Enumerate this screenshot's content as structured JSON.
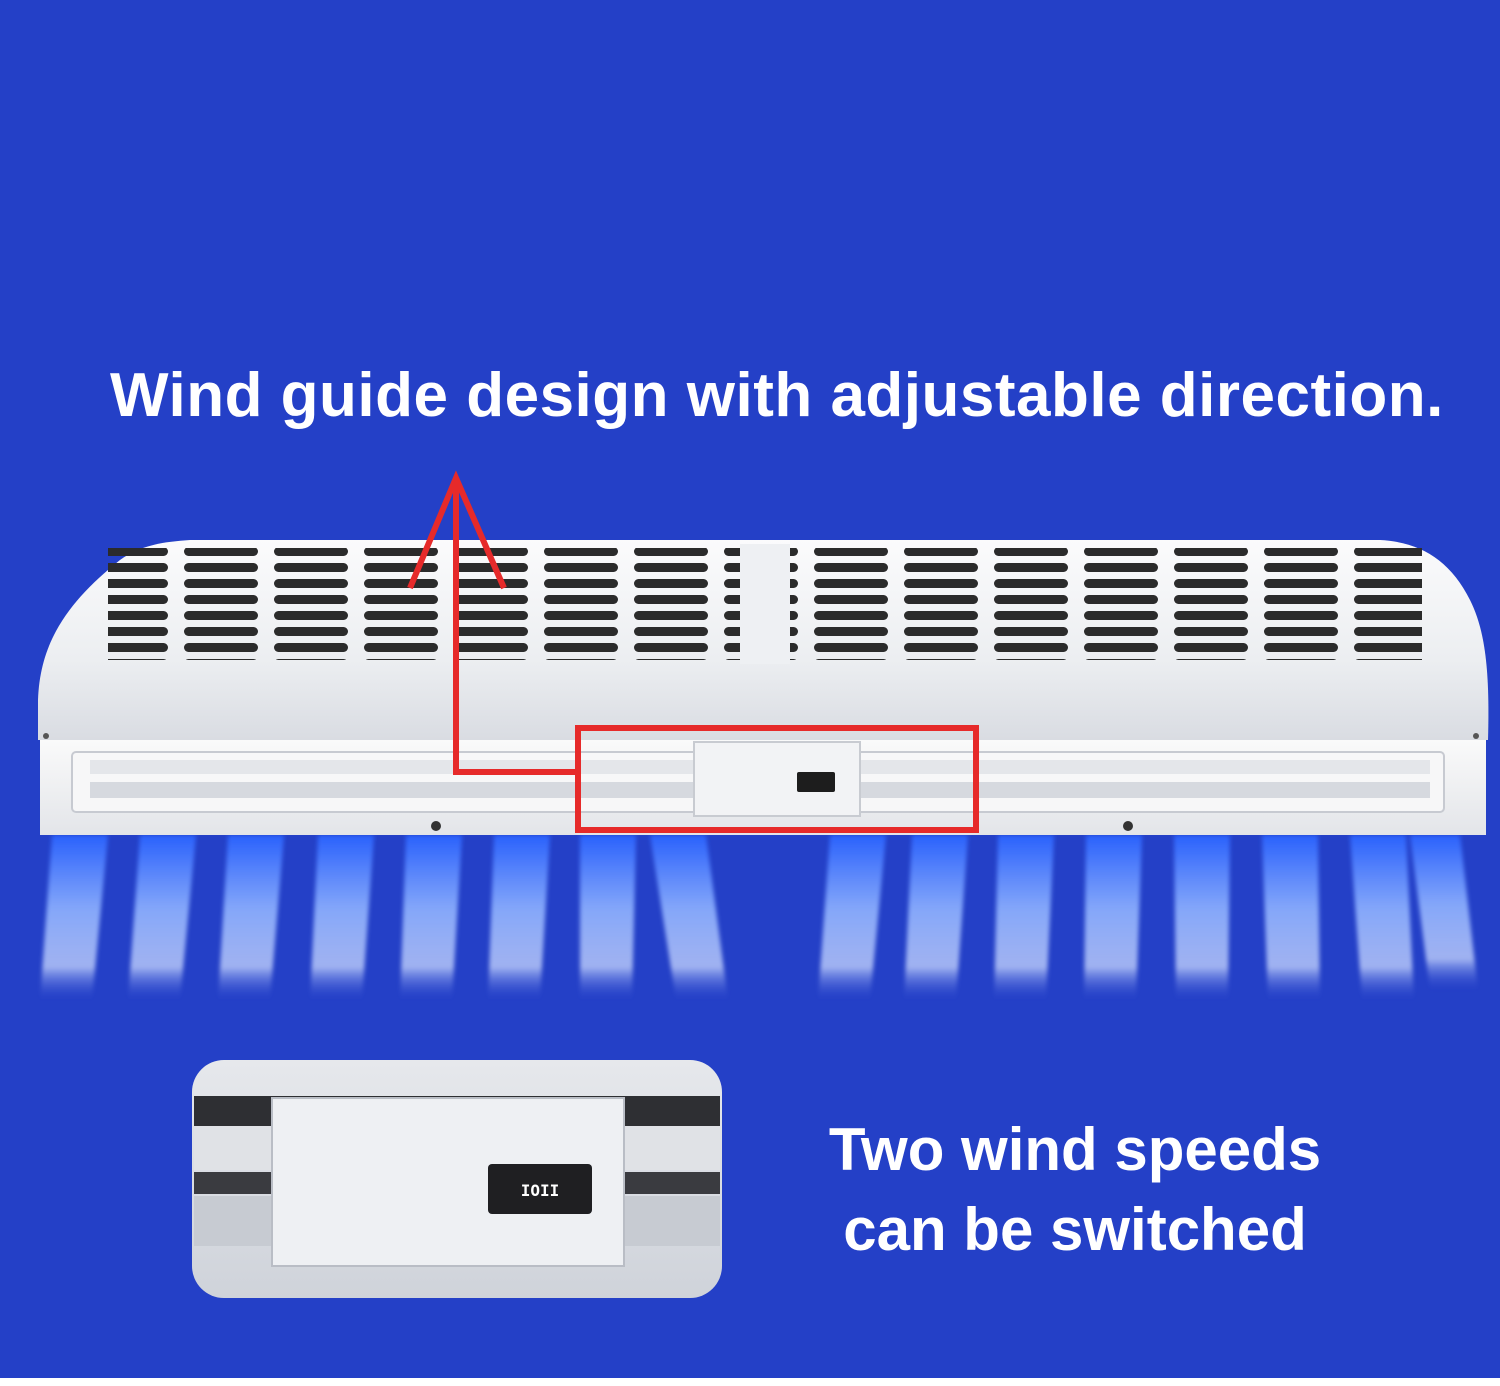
{
  "headline": "Wind guide design with adjustable direction.",
  "caption": {
    "line1": "Two wind speeds",
    "line2": "can be switched"
  },
  "switch_text": "IOII",
  "colors": {
    "background": "#2440c7",
    "unit_body": "#f1f2f4",
    "highlight": "#e62a2a",
    "airflow": "#5b8bff"
  },
  "icons": {
    "arrow": "red-arrow-up-icon",
    "switch": "rocker-switch-icon"
  }
}
